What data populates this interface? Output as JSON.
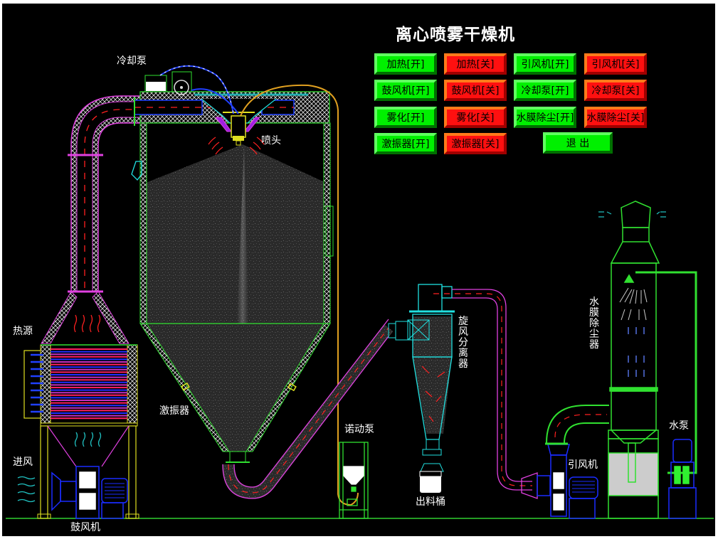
{
  "title": "离心喷雾干燥机",
  "buttons": [
    {
      "id": "heat-on",
      "label": "加热[开]",
      "state": "on"
    },
    {
      "id": "heat-off",
      "label": "加热[关]",
      "state": "off"
    },
    {
      "id": "induced-fan-on",
      "label": "引风机[开]",
      "state": "on"
    },
    {
      "id": "induced-fan-off",
      "label": "引风机[关]",
      "state": "off"
    },
    {
      "id": "blower-on",
      "label": "鼓风机[开]",
      "state": "on"
    },
    {
      "id": "blower-off",
      "label": "鼓风机[关]",
      "state": "off"
    },
    {
      "id": "cooling-pump-on",
      "label": "冷却泵[开]",
      "state": "on"
    },
    {
      "id": "cooling-pump-off",
      "label": "冷却泵[关]",
      "state": "off"
    },
    {
      "id": "atomize-on",
      "label": "雾化[开]",
      "state": "on"
    },
    {
      "id": "atomize-off",
      "label": "雾化[关]",
      "state": "off"
    },
    {
      "id": "water-film-on",
      "label": "水膜除尘[开]",
      "state": "on"
    },
    {
      "id": "water-film-off",
      "label": "水膜除尘[关]",
      "state": "off"
    },
    {
      "id": "vibrator-on",
      "label": "激振器[开]",
      "state": "on"
    },
    {
      "id": "vibrator-off",
      "label": "激振器[关]",
      "state": "off"
    },
    {
      "id": "exit",
      "label": "退 出",
      "state": "on"
    }
  ],
  "labels": {
    "cooling_pump": "冷却泵",
    "nozzle": "喷头",
    "heat_source": "热源",
    "air_inlet": "进风",
    "blower": "鼓风机",
    "vibrator": "激振器",
    "peristaltic_pump": "诺动泵",
    "cyclone": "旋风分离器",
    "discharge_bucket": "出料桶",
    "induced_fan": "引风机",
    "water_film_collector": "水膜除尘器",
    "water_pump": "水泵"
  },
  "colors": {
    "button_on": "#00f000",
    "button_off": "#ff1010",
    "duct_outline": "#e040e0",
    "chamber_outline": "#30e030",
    "feed_line": "#e0a020",
    "motor": "#1a2cff",
    "cyclone": "#20e0e0"
  }
}
